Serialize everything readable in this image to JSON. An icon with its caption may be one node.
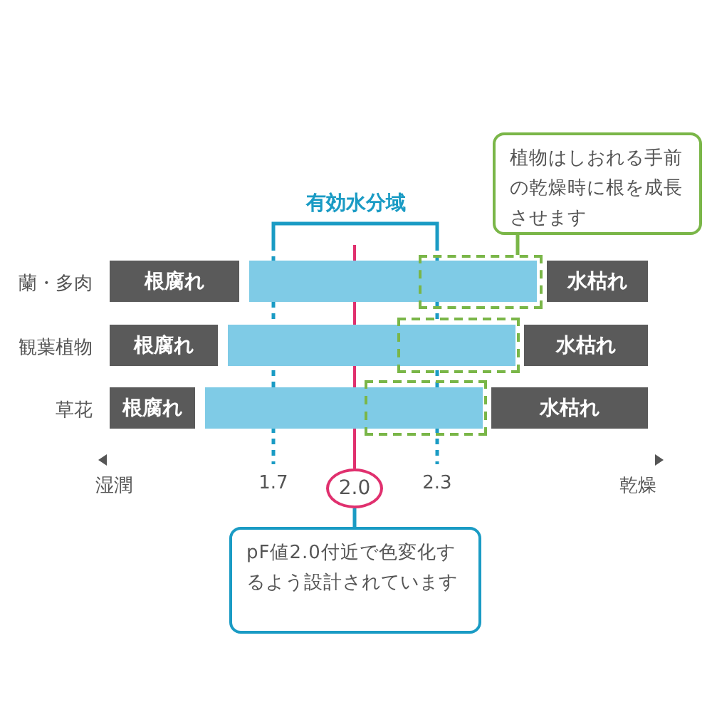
{
  "diagram": {
    "nodes": [
      {
        "text": [
          "植物はしおれる手前の乾燥時に根を成長させます"
        ]
      },
      {
        "text": [
          "根腐れ"
        ]
      },
      {
        "text": [],
        "shape": "bar"
      },
      {
        "text": [],
        "shape": "box"
      },
      {
        "text": [
          "水枯れ"
        ]
      },
      {
        "text": [
          "根腐れ"
        ]
      },
      {
        "text": [],
        "shape": "bar"
      },
      {
        "text": [],
        "shape": "box"
      },
      {
        "text": [
          "水枯れ"
        ]
      },
      {
        "text": [
          "根腐れ"
        ]
      },
      {
        "text": [],
        "shape": "bar"
      },
      {
        "text": [],
        "shape": "box"
      },
      {
        "text": [
          "水枯れ"
        ]
      },
      {
        "text": [
          "2.0"
        ]
      },
      {
        "text": [
          "pF値2.0付近で色変化するよう設計されています"
        ]
      }
    ],
    "edges": [
      {
        "from": 0,
        "to": 3,
        "arrow": "none",
        "color": "#7ab648"
      },
      {
        "from": 13,
        "to": 14,
        "arrow": "none",
        "color": "#1a9bc4"
      }
    ],
    "labels": [
      "有効水分域",
      "蘭・多肉",
      "観葉植物",
      "草花",
      "湿潤",
      "1.7",
      "2.3",
      "乾燥"
    ]
  }
}
